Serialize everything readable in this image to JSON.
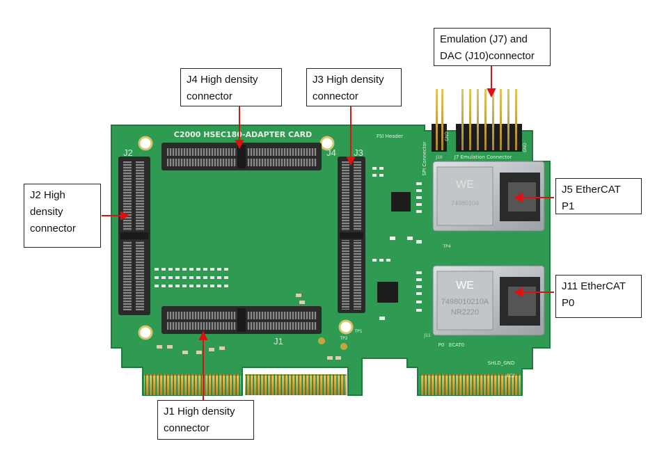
{
  "board": {
    "title": "C2000 HSEC180-ADAPTER CARD",
    "connector_labels": {
      "j2": "J2",
      "j4": "J4",
      "j3": "J3",
      "j1": "J1"
    },
    "header_labels": {
      "fsi": "FSI Header",
      "spi": "SPI Connector",
      "emulation": "J7  Emulation Connector",
      "j10": "J10",
      "gnd1": "GND",
      "gnd2": "GND"
    },
    "port_labels": {
      "p0": "P0",
      "ecat0": "ECAT0",
      "shld_gnd": "SHLD_GND",
      "ec2": "EC2",
      "ec1": "EC1",
      "j11": "J11"
    },
    "jack_marking_1": "WE",
    "jack_marking_2": "WE",
    "jack_part_1": "74980104",
    "jack_part_2": "7498010210A",
    "jack_rev_2": "NR2220",
    "test_points": {
      "tp1": "TP1",
      "tp2": "TP2",
      "tp4": "TP4"
    }
  },
  "callouts": {
    "j4": "J4 High density\nconnector",
    "j3": "J3 High density\nconnector",
    "emulation": "Emulation (J7) and\nDAC (J10)connector",
    "j2": "J2 High\ndensity\nconnector",
    "j5": "J5 EtherCAT\nP1",
    "j11": "J11 EtherCAT\nP0",
    "j1": "J1 High density\nconnector"
  },
  "colors": {
    "pcb": "#2e9a52",
    "pcb_dark": "#1f7a3e",
    "gold": "#c9a43a",
    "connector": "#2a2a2a",
    "jack_metal": "#b9bcbf",
    "arrow": "#e01010",
    "callout_border": "#222222"
  }
}
